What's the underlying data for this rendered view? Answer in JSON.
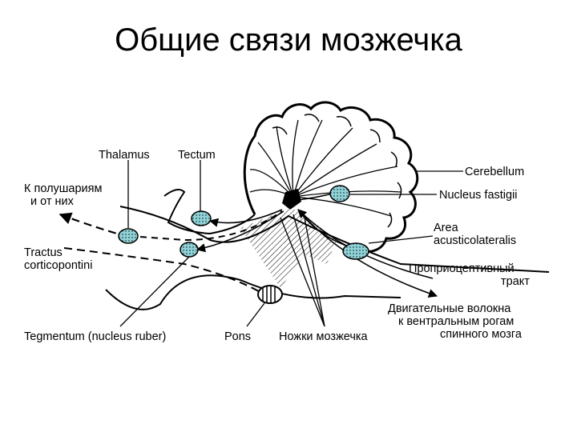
{
  "slide": {
    "title": "Общие связи мозжечка"
  },
  "labels": {
    "thalamus": "Thalamus",
    "tectum": "Tectum",
    "cerebellum": "Cerebellum",
    "k_polushariyam_1": "К полушариям",
    "k_polushariyam_2": "и от них",
    "nucleus_fastigii": "Nucleus fastigii",
    "area_1": "Area",
    "area_2": "acusticolateralis",
    "tractus_1": "Tractus",
    "tractus_2": "corticopontini",
    "propriocept_1": "Проприоцептивный",
    "propriocept_2": "тракт",
    "dvigatelnye_1": "Двигательные волокна",
    "dvigatelnye_2": "к вентральным рогам",
    "dvigatelnye_3": "спинного мозга",
    "tegmentum": "Tegmentum (nucleus ruber)",
    "pons": "Pons",
    "nozhki": "Ножки мозжечка"
  },
  "colors": {
    "nucleus_fill": "#8fd3d8",
    "line": "#000000",
    "background": "#ffffff"
  }
}
